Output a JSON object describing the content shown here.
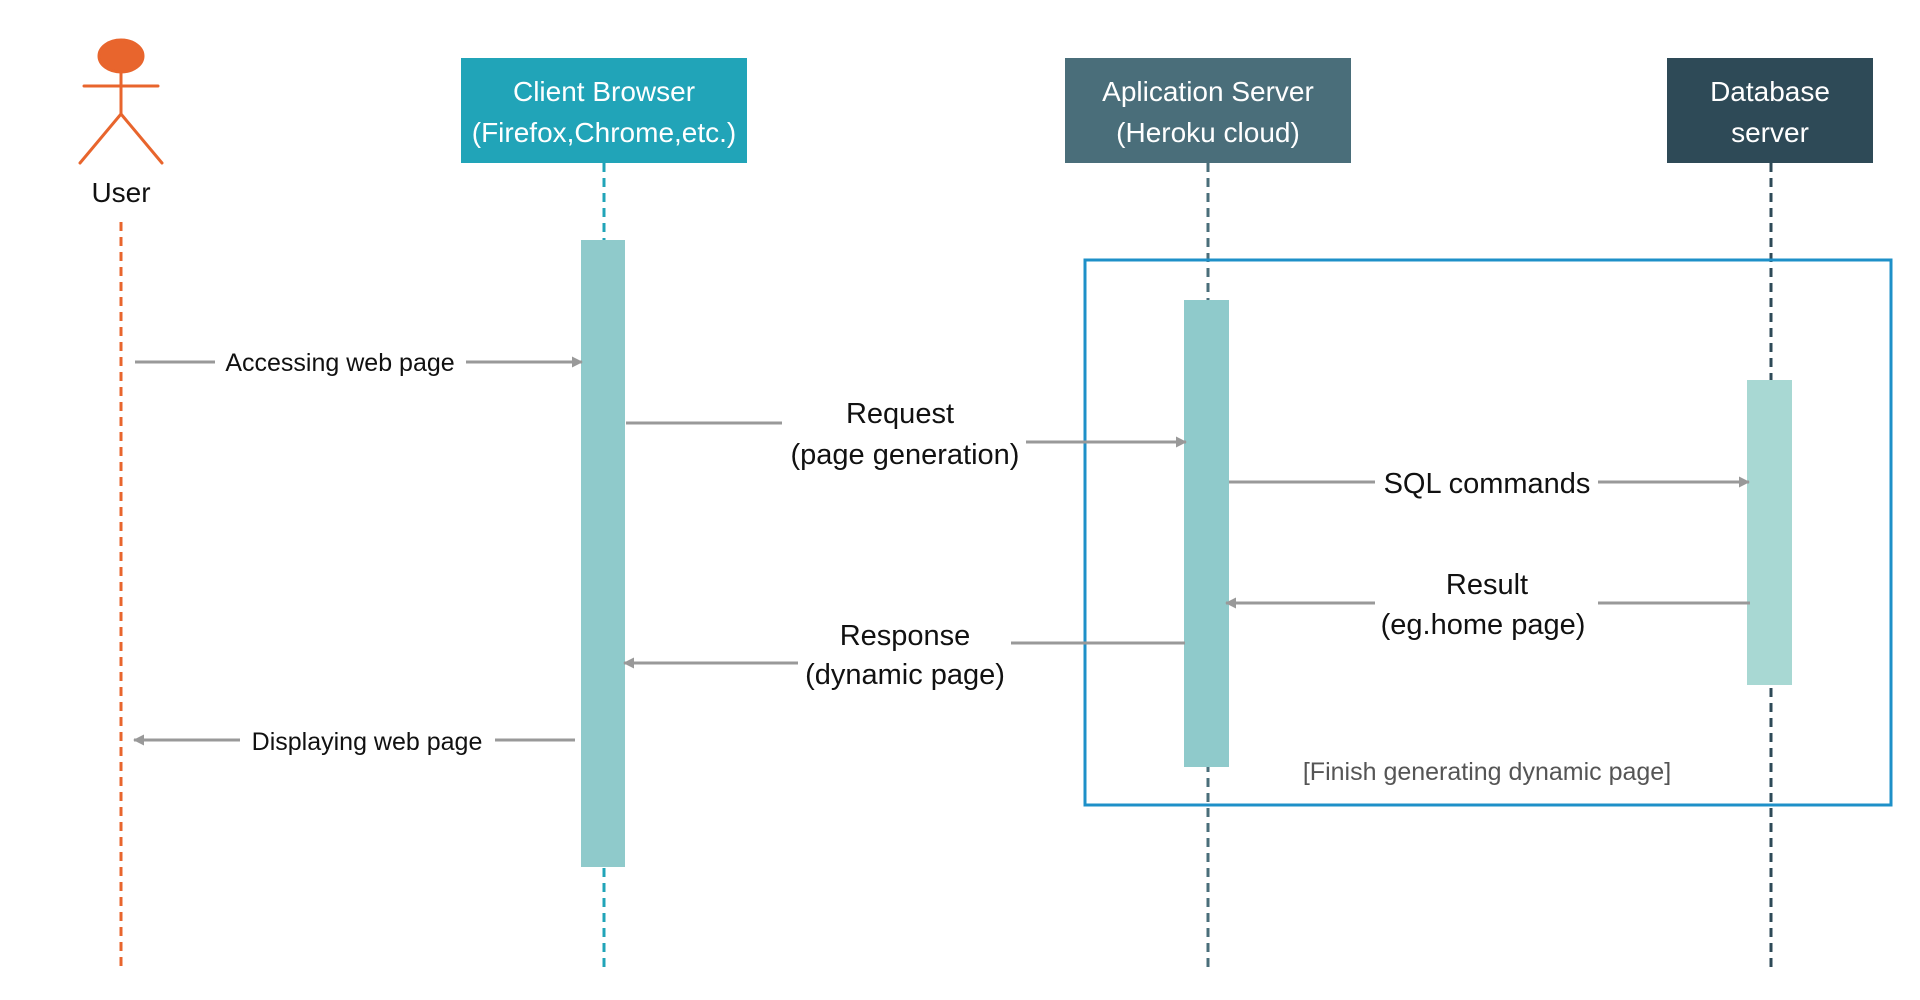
{
  "actor": {
    "label": "User",
    "color": "#E8652D"
  },
  "participants": [
    {
      "id": "client",
      "line1": "Client Browser",
      "line2": "(Firefox,Chrome,etc.)",
      "color": "#21A4B8"
    },
    {
      "id": "app",
      "line1": "Aplication Server",
      "line2": "(Heroku cloud)",
      "color": "#4A6E7A"
    },
    {
      "id": "db",
      "line1": "Database",
      "line2": "server",
      "color": "#2E4A57"
    }
  ],
  "messages": {
    "accessing": "Accessing web page",
    "request_line1": "Request",
    "request_line2": "(page generation)",
    "sql": "SQL commands",
    "result_line1": "Result",
    "result_line2": "(eg.home page)",
    "response_line1": "Response",
    "response_line2": "(dynamic page)",
    "displaying": "Displaying web page"
  },
  "fragment": {
    "guard": "[Finish generating dynamic page]",
    "color": "#1E90C8"
  },
  "colors": {
    "activation": "#8FCACB",
    "activation_db": "#A8D8D3",
    "arrow": "#999999",
    "text": "#111111",
    "guard_text": "#555555"
  }
}
